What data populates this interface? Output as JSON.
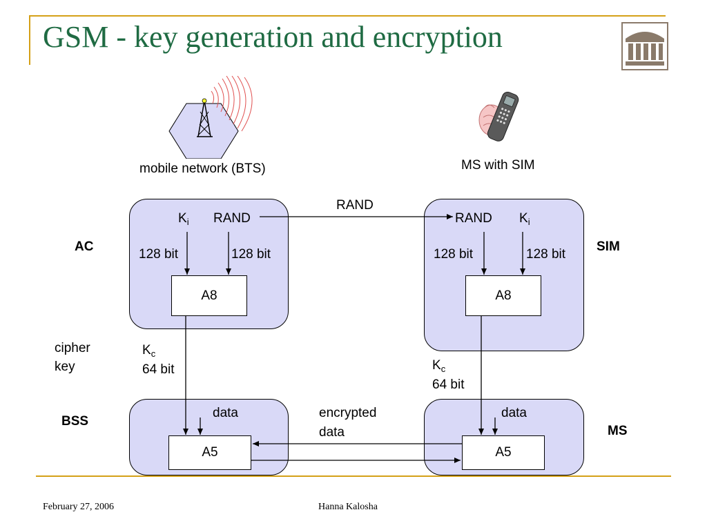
{
  "title": "GSM - key generation and encryption",
  "bts_label": "mobile network (BTS)",
  "ms_sim_label": "MS with SIM",
  "side_labels": {
    "ac": "AC",
    "sim": "SIM",
    "bss": "BSS",
    "ms": "MS",
    "cipher_key_line1": "cipher",
    "cipher_key_line2": "key"
  },
  "ac_panel": {
    "ki_main": "K",
    "ki_sub": "i",
    "rand": "RAND",
    "bits_left": "128 bit",
    "bits_right": "128 bit",
    "algo": "A8"
  },
  "sim_panel": {
    "rand": "RAND",
    "ki_main": "K",
    "ki_sub": "i",
    "bits_left": "128 bit",
    "bits_right": "128 bit",
    "algo": "A8"
  },
  "rand_transfer_label": "RAND",
  "kc_left": {
    "main": "K",
    "sub": "c",
    "bits": "64 bit"
  },
  "kc_right": {
    "main": "K",
    "sub": "c",
    "bits": "64 bit"
  },
  "bss_panel": {
    "data": "data",
    "algo": "A5"
  },
  "ms_panel": {
    "data": "data",
    "algo": "A5"
  },
  "encrypted_line1": "encrypted",
  "encrypted_line2": "data",
  "footer": {
    "date": "February 27, 2006",
    "author": "Hanna Kalosha"
  },
  "colors": {
    "title": "#1f6b43",
    "rule": "#d4a017",
    "panel": "#d9d9f7"
  }
}
